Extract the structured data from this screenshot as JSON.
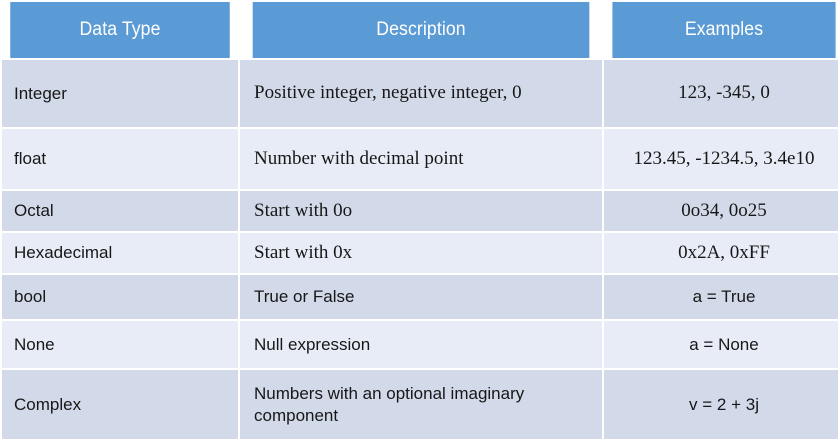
{
  "table": {
    "headers": [
      {
        "label": "Data Type",
        "name": "header-data-type"
      },
      {
        "label": "Description",
        "name": "header-description"
      },
      {
        "label": "Examples",
        "name": "header-examples"
      }
    ],
    "header_bg": "#5B9BD5",
    "header_fg": "#FFFFFF",
    "band_dark": "#D2DAEA",
    "band_light": "#E8ECF6",
    "gridline_color": "#FFFFFF",
    "rows": [
      {
        "data_type": "Integer",
        "description": "Positive integer, negative integer, 0",
        "examples": "123, -345, 0"
      },
      {
        "data_type": "float",
        "description": "Number with decimal point",
        "examples": "123.45, -1234.5, 3.4e10"
      },
      {
        "data_type": "Octal",
        "description": "Start with 0o",
        "examples": "0o34, 0o25"
      },
      {
        "data_type": "Hexadecimal",
        "description": "Start with 0x",
        "examples": "0x2A, 0xFF"
      },
      {
        "data_type": "bool",
        "description": "True or False",
        "examples": "a = True"
      },
      {
        "data_type": "None",
        "description": "Null expression",
        "examples": "a = None"
      },
      {
        "data_type": "Complex",
        "description": "Numbers with an optional imaginary component",
        "examples": "v = 2 + 3j"
      }
    ]
  }
}
